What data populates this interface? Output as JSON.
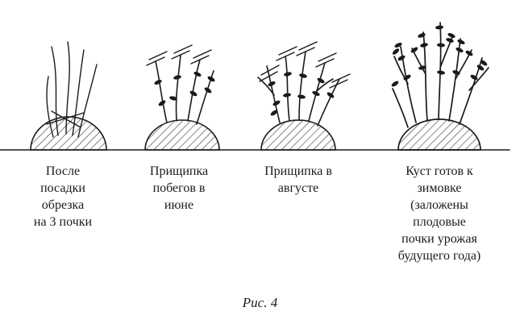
{
  "figure": {
    "caption": "Рис. 4",
    "stages": [
      {
        "id": "stage-1",
        "drawing": "bush-after-planting-pruned-to-3-buds",
        "label": "После\nпосадки\nобрезка\nна 3 почки"
      },
      {
        "id": "stage-2",
        "drawing": "bush-shoots-pinched-in-june",
        "label": "Прищипка\nпобегов в\nиюне"
      },
      {
        "id": "stage-3",
        "drawing": "bush-pinched-in-august",
        "label": "Прищипка в\nавгусте"
      },
      {
        "id": "stage-4",
        "drawing": "bush-ready-for-winter",
        "label": "Куст готов к\nзимовке\n(заложены\nплодовые\nпочки урожая\nбудущего года)"
      }
    ]
  }
}
